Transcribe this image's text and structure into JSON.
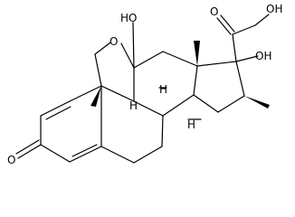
{
  "molecule": {
    "atom_labels": {
      "o_ketone_top": "O",
      "oh_top_right": "OH",
      "oh_c17": "OH",
      "oh_c11": "HO",
      "o_ring": "O",
      "h_c9": "H",
      "h_c8": "H",
      "h_c14": "H",
      "o_c3_ketone": "O"
    }
  }
}
